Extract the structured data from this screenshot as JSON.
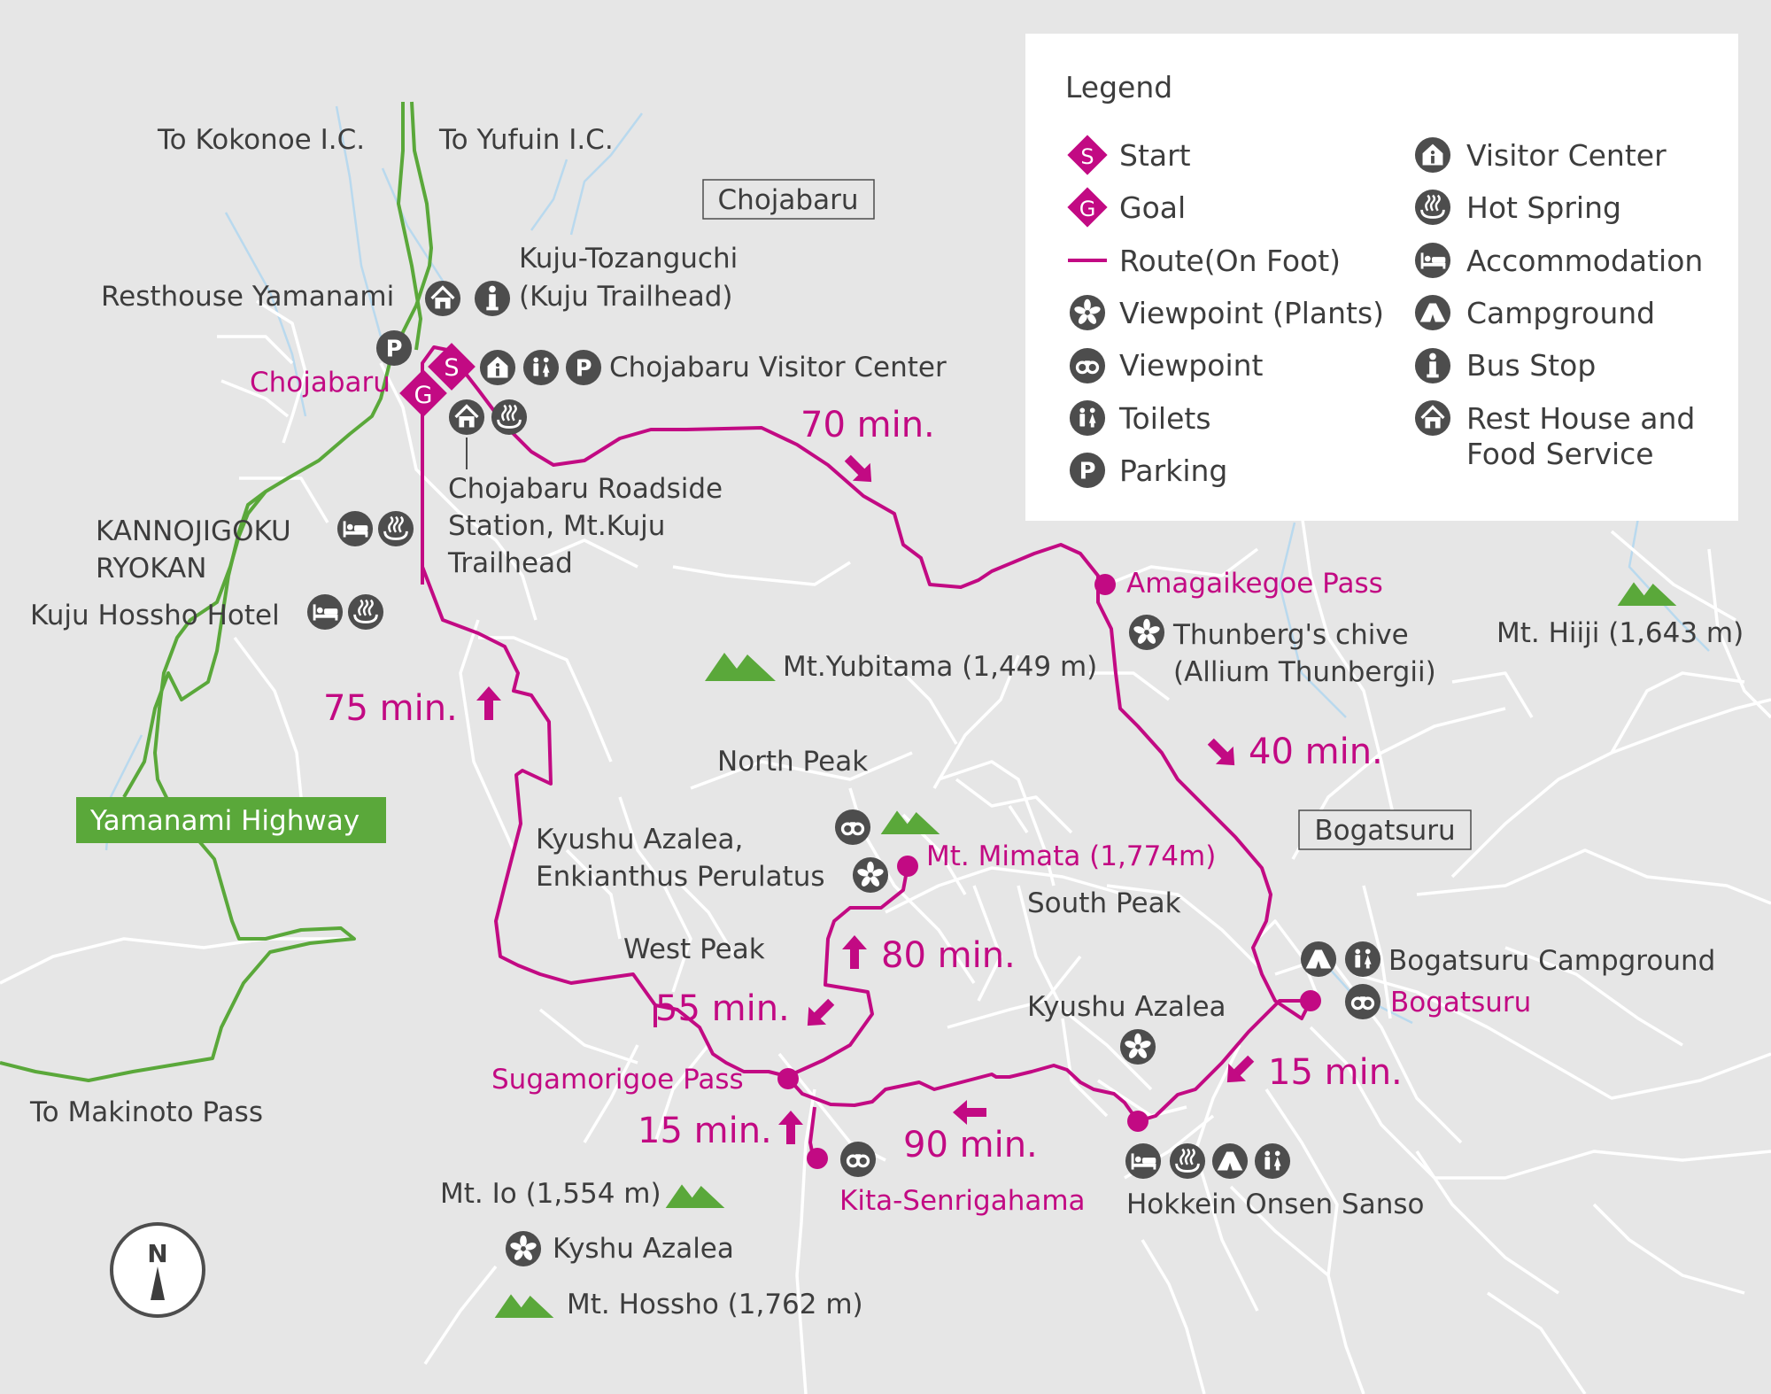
{
  "colors": {
    "background": "#e6e6e6",
    "route": "#c20a83",
    "highway": "#5aa83a",
    "roads": "#ffffff",
    "rivers": "#b9d9ee",
    "icon": "#4d4d4d",
    "mountain": "#5aa83a"
  },
  "legend": {
    "title": "Legend",
    "items": [
      {
        "icon": "start-icon",
        "label": "Start"
      },
      {
        "icon": "goal-icon",
        "label": "Goal"
      },
      {
        "icon": "route-line-icon",
        "label": "Route(On Foot)"
      },
      {
        "icon": "viewpoint-plants-icon",
        "label": "Viewpoint (Plants)"
      },
      {
        "icon": "viewpoint-icon",
        "label": "Viewpoint"
      },
      {
        "icon": "toilets-icon",
        "label": "Toilets"
      },
      {
        "icon": "parking-icon",
        "label": "Parking"
      },
      {
        "icon": "visitor-center-icon",
        "label": "Visitor Center"
      },
      {
        "icon": "hot-spring-icon",
        "label": "Hot Spring"
      },
      {
        "icon": "accommodation-icon",
        "label": "Accommodation"
      },
      {
        "icon": "campground-icon",
        "label": "Campground"
      },
      {
        "icon": "bus-stop-icon",
        "label": "Bus Stop"
      },
      {
        "icon": "rest-house-icon",
        "label": "Rest House and",
        "label2": "Food Service"
      }
    ]
  },
  "boxes": {
    "chojabaru": "Chojabaru",
    "bogatsuru": "Bogatsuru"
  },
  "highway_label": "Yamanami Highway",
  "start_marker": "S",
  "goal_marker": "G",
  "compass": "N",
  "labels": {
    "to_kokonoe": "To Kokonoe I.C.",
    "to_yufuin": "To Yufuin I.C.",
    "kuju_tozanguchi_1": "Kuju-Tozanguchi",
    "kuju_tozanguchi_2": "(Kuju Trailhead)",
    "resthouse_yamanami": "Resthouse Yamanami",
    "chojabaru_visitor_center": "Chojabaru Visitor Center",
    "roadside_1": "Chojabaru Roadside",
    "roadside_2": "Station, Mt.Kuju",
    "roadside_3": "Trailhead",
    "kannojigoku_1": "KANNOJIGOKU",
    "kannojigoku_2": "RYOKAN",
    "kuju_hossho_hotel": "Kuju Hossho Hotel",
    "thunberg_1": "Thunberg's chive",
    "thunberg_2": "(Allium Thunbergii)",
    "mt_yubitama": "Mt.Yubitama (1,449 m)",
    "mt_hiiji": "Mt. Hiiji (1,643 m)",
    "north_peak": "North Peak",
    "south_peak": "South Peak",
    "west_peak": "West Peak",
    "azalea_enkianthus_1": "Kyushu Azalea,",
    "azalea_enkianthus_2": "Enkianthus Perulatus",
    "kyushu_azalea": "Kyushu Azalea",
    "bogatsuru_campground": "Bogatsuru Campground",
    "to_makinoto": "To Makinoto Pass",
    "mt_io": "Mt. Io (1,554 m)",
    "kyshu_azalea": "Kyshu Azalea",
    "mt_hossho": "Mt. Hossho (1,762 m)",
    "hokkein": "Hokkein Onsen Sanso"
  },
  "places": {
    "chojabaru": "Chojabaru",
    "amagaikegoe": "Amagaikegoe Pass",
    "mt_mimata": "Mt. Mimata (1,774m)",
    "sugamorigoe": "Sugamorigoe Pass",
    "kita_senrigahama": "Kita-Senrigahama",
    "bogatsuru": "Bogatsuru"
  },
  "times": {
    "t70": "70 min.",
    "t40": "40 min.",
    "t15_east": "15 min.",
    "t90": "90 min.",
    "t15_west": "15 min.",
    "t55": "55 min.",
    "t80": "80 min.",
    "t75": "75 min."
  }
}
